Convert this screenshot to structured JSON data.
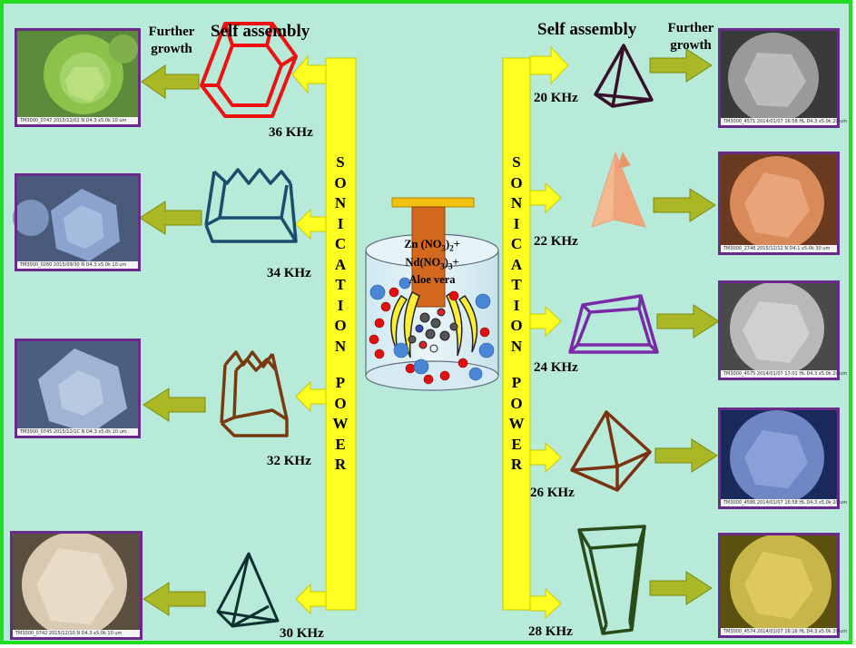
{
  "labels": {
    "self_assembly_left": "Self assembly",
    "self_assembly_right": "Self assembly",
    "further_growth_left": "Further growth",
    "further_growth_right": "Further growth",
    "sonication": "SONICATION",
    "power": "POWER"
  },
  "reactor": {
    "line1_a": "Zn (NO",
    "line1_sub1": "3",
    "line1_b": ")",
    "line1_sub2": "2",
    "line1_c": "+",
    "line2_a": "Nd(NO",
    "line2_sub1": "3",
    "line2_b": ")",
    "line2_sub2": "3",
    "line2_c": "+",
    "line3": "Aloe vera"
  },
  "left_branches": [
    {
      "freq": "36 KHz",
      "shape": "hexagonal-prism",
      "shape_color": "#ee1111",
      "photo_tint": "#8bc34a"
    },
    {
      "freq": "34 KHz",
      "shape": "serrated-frustum",
      "shape_color": "#1a4e6e",
      "photo_tint": "#8aa4cf"
    },
    {
      "freq": "32 KHz",
      "shape": "serrated-box",
      "shape_color": "#7a3a10",
      "photo_tint": "#9fb3d2"
    },
    {
      "freq": "30 KHz",
      "shape": "pyramid",
      "shape_color": "#0d3030",
      "photo_tint": "#d9c9b0"
    }
  ],
  "right_branches": [
    {
      "freq": "20 KHz",
      "shape": "tetrahedron",
      "shape_color": "#3a0f2a",
      "photo_tint": "#9a9a9a"
    },
    {
      "freq": "22 KHz",
      "shape": "solid-tetrahedron",
      "shape_color": "#f4b48a",
      "photo_tint": "#d98a5a"
    },
    {
      "freq": "24 KHz",
      "shape": "trapezoid-prism",
      "shape_color": "#7a2aa6",
      "photo_tint": "#b8b8b8"
    },
    {
      "freq": "26 KHz",
      "shape": "pyramid-slab",
      "shape_color": "#7a3210",
      "photo_tint": "#6f87c4"
    },
    {
      "freq": "28 KHz",
      "shape": "tapered-box",
      "shape_color": "#2a4a1a",
      "photo_tint": "#c9b64a"
    }
  ],
  "photo_captions": {
    "p0": "TM3000_0747    2015/12/02    N    D4.3  x5.0k    10 um",
    "p1": "TM3000_0260    2015/09/30    N    D4.3  x5.0k    10 um",
    "p2": "TM3000_0745    2015/12/1C    N    D4.3  x5.0k    10 um",
    "p3": "TM3000_0742    2015/12/10    N    D4.3  x5.0k    10 um",
    "p4": "TM3000_4571    2014/01/07    16:58 HL    D4.3  x5.0k    20 um",
    "p5": "TM3000_2748    2015/12/12    N    D4.1  x5.0k    30 um",
    "p6": "TM3000_4575    2014/01/07    17:01 HL    D4.3  x5.0k    20 um",
    "p7": "TM3000_4586    2014/01/07    16:58 HL    D4.3  x5.0k    20 um",
    "p8": "TM3000_4574    2014/01/07    16:16 HL    D4.3  x5.0k    20 um"
  },
  "colors": {
    "background": "#b7ead9",
    "border": "#22dd22",
    "bar": "#ffff22",
    "arrow_small": "#aab825",
    "photo_frame": "#6a2a8a",
    "probe": "#d2691e",
    "probe_cap": "#f2c010"
  }
}
